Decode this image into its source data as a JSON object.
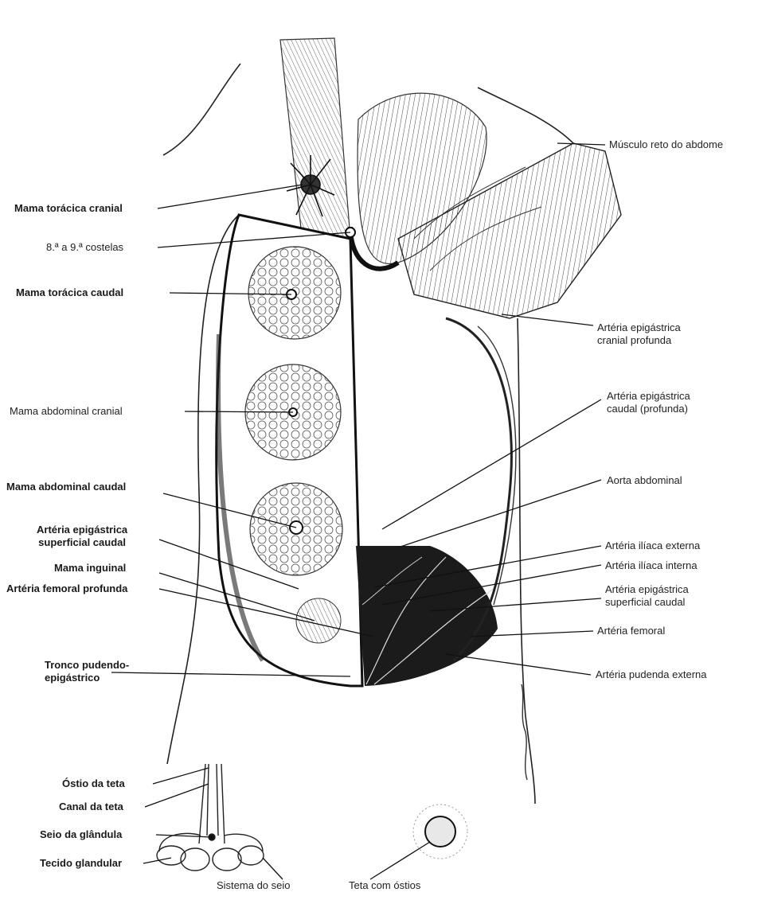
{
  "labels_left": {
    "mama_toracica_cranial": "Mama torácica cranial",
    "costelas": "8.ª a 9.ª costelas",
    "mama_toracica_caudal": "Mama torácica caudal",
    "mama_abdominal_cranial": "Mama abdominal cranial",
    "mama_abdominal_caudal": "Mama abdominal caudal",
    "arteria_epigastrica_superficial_caudal_l1": "Artéria epigástrica",
    "arteria_epigastrica_superficial_caudal_l2": "superficial caudal",
    "mama_inguinal": "Mama inguinal",
    "arteria_femoral_profunda": "Artéria femoral profunda",
    "tronco_pudendo_l1": "Tronco pudendo-",
    "tronco_pudendo_l2": "epigástrico"
  },
  "labels_right": {
    "musculo_reto": "Músculo reto do abdome",
    "arteria_epigastrica_cranial_l1": "Artéria epigástrica",
    "arteria_epigastrica_cranial_l2": "cranial profunda",
    "arteria_epigastrica_caudal_l1": "Artéria epigástrica",
    "arteria_epigastrica_caudal_l2": "caudal (profunda)",
    "aorta_abdominal": "Aorta abdominal",
    "arteria_iliaca_externa": "Artéria ilíaca externa",
    "arteria_iliaca_interna": "Artéria ilíaca interna",
    "arteria_epigastrica_sup_caudal_l1": "Artéria epigástrica",
    "arteria_epigastrica_sup_caudal_l2": "superficial caudal",
    "arteria_femoral": "Artéria femoral",
    "arteria_pudenda_externa": "Artéria pudenda externa"
  },
  "labels_bottom": {
    "ostio_da_teta": "Óstio da teta",
    "canal_da_teta": "Canal da teta",
    "seio_da_glandula": "Seio da glândula",
    "tecido_glandular": "Tecido glandular",
    "sistema_do_seio": "Sistema do seio",
    "teta_com_ostios": "Teta com óstios"
  },
  "colors": {
    "ink": "#1a1a1a",
    "paper": "#ffffff"
  }
}
